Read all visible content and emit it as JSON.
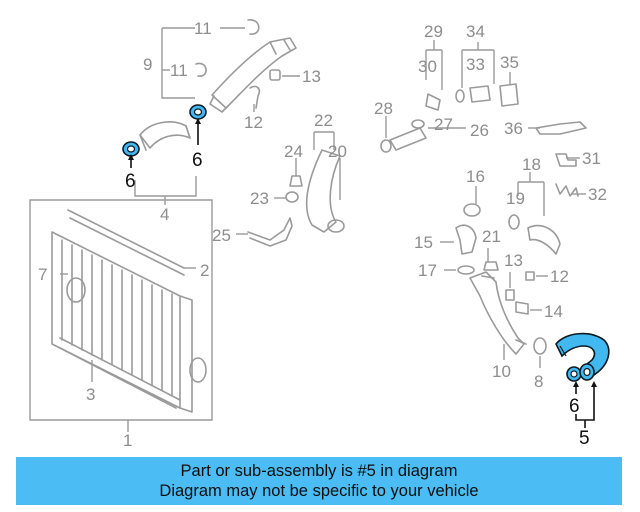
{
  "diagram": {
    "highlighted_part": "5",
    "callouts_gray": [
      "11",
      "9",
      "11",
      "13",
      "12",
      "29",
      "34",
      "30",
      "33",
      "35",
      "28",
      "27",
      "26",
      "36",
      "22",
      "24",
      "20",
      "18",
      "31",
      "16",
      "19",
      "32",
      "23",
      "25",
      "15",
      "21",
      "17",
      "13",
      "12",
      "7",
      "2",
      "14",
      "10",
      "8",
      "3",
      "1",
      "4"
    ],
    "callouts_black": [
      "6",
      "6",
      "6",
      "5"
    ]
  },
  "banner": {
    "line1": "Part or sub-assembly is #5 in diagram",
    "line2": "Diagram may not be specific to your vehicle"
  },
  "colors": {
    "highlight": "#41b8ef",
    "banner": "#4bbdf4",
    "gray_parts": "#9a9a9a"
  }
}
